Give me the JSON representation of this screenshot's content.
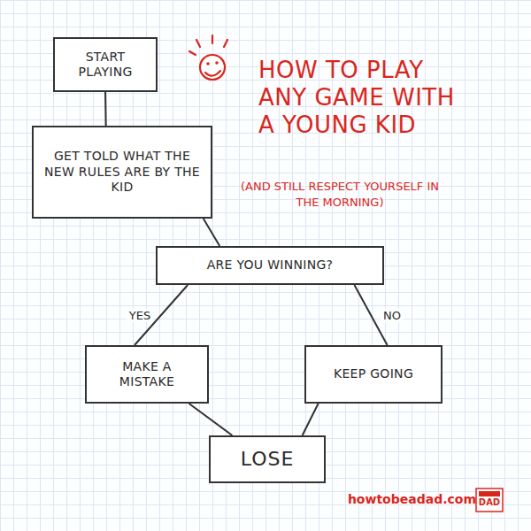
{
  "diagram": {
    "title": "HOW TO PLAY ANY GAME WITH A YOUNG KID",
    "nodes": [
      {
        "text": [
          "START PLAYING"
        ]
      },
      {
        "text": [
          "GET TOLD WHAT THE NEW RULES ARE BY THE KID"
        ]
      },
      {
        "text": [
          "ARE YOU WINNING?"
        ]
      },
      {
        "text": [
          "MAKE A MISTAKE"
        ]
      },
      {
        "text": [
          "KEEP GOING"
        ]
      },
      {
        "text": [
          "LOSE"
        ]
      }
    ],
    "edges": [
      {
        "from": 0,
        "to": 1,
        "arrow": "none"
      },
      {
        "from": 1,
        "to": 2,
        "arrow": "none"
      },
      {
        "from": 2,
        "to": 3,
        "label": "YES",
        "arrow": "none"
      },
      {
        "from": 2,
        "to": 4,
        "label": "NO",
        "arrow": "none"
      },
      {
        "from": 3,
        "to": 5,
        "arrow": "none"
      },
      {
        "from": 4,
        "to": 5,
        "arrow": "none"
      }
    ],
    "labels": [
      "(AND STILL RESPECT YOURSELF IN THE MORNING)",
      "howtobeadad.com",
      "DAD"
    ]
  }
}
